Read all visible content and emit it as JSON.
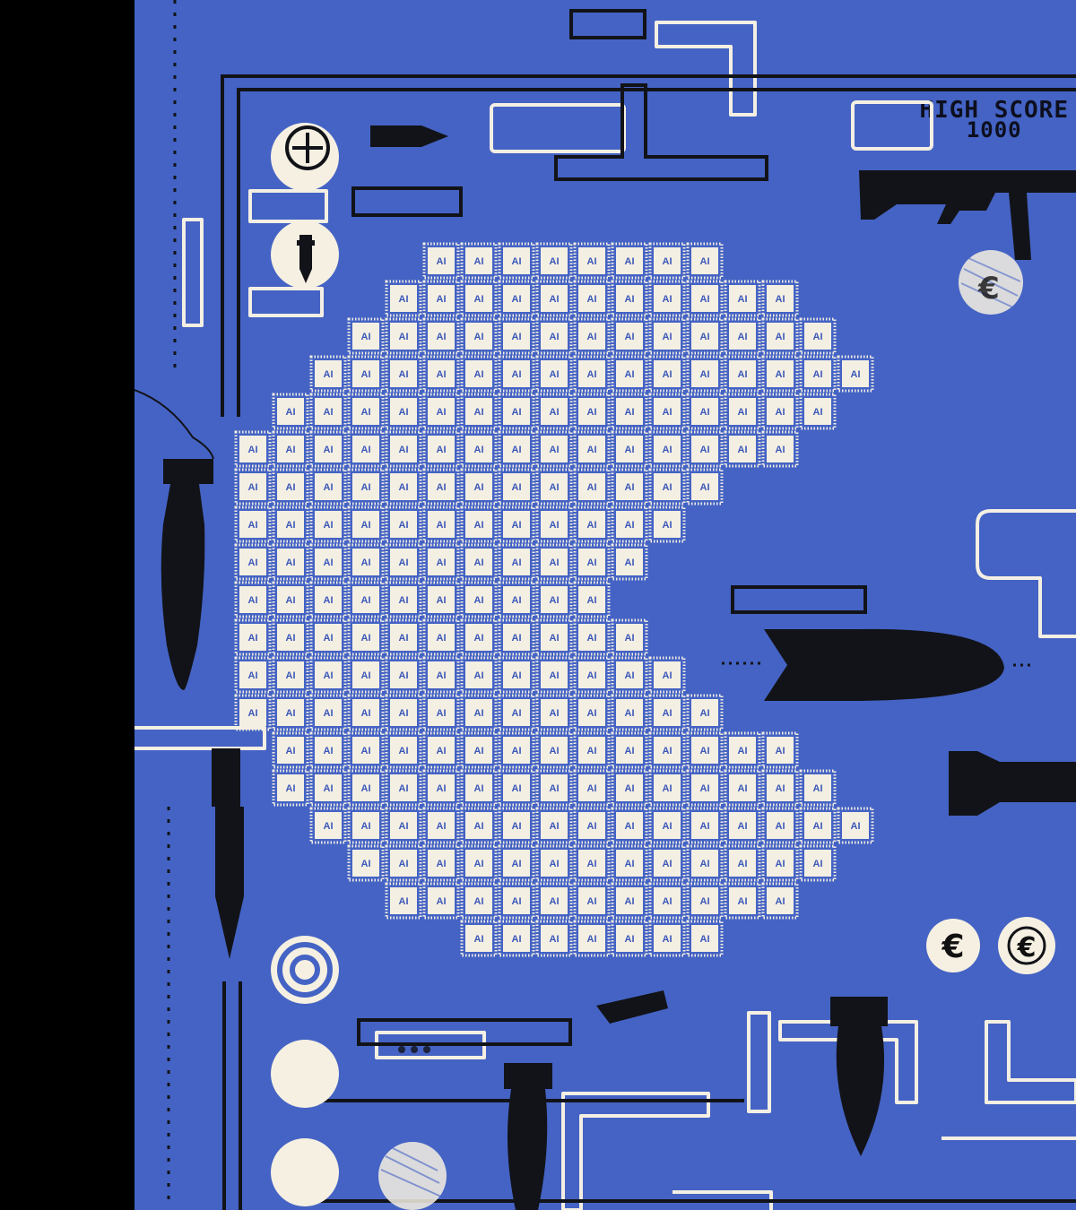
{
  "hud": {
    "high_score_label": "HIGH SCORE",
    "high_score_value": "1000"
  },
  "player": {
    "character": "pacman-made-of-ai-chips",
    "chip_label": "AI",
    "heading": "right",
    "mouth": "open"
  },
  "coins": [
    {
      "symbol": "€"
    },
    {
      "symbol": "€"
    },
    {
      "symbol": "€"
    }
  ],
  "power_ups": [
    {
      "icon": "plus-icon"
    },
    {
      "icon": "bullet-icon"
    },
    {
      "icon": "target-icon"
    }
  ],
  "colors": {
    "playfield": "#4463c4",
    "maze_walls": "#f4efe3",
    "ink": "#121318",
    "pellet": "#f6f0e2"
  }
}
